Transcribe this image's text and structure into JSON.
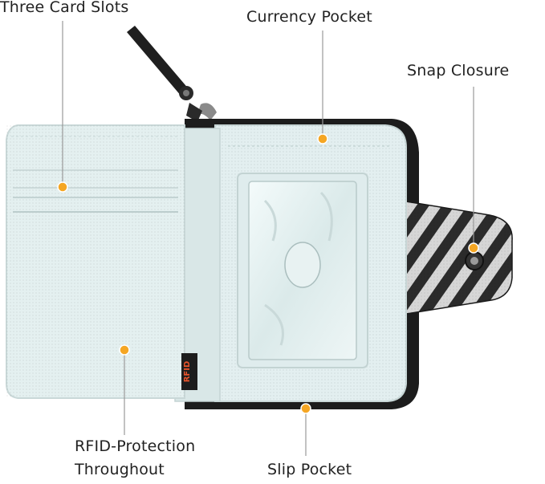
{
  "callouts": {
    "card_slots": "Three Card Slots",
    "currency_pocket": "Currency Pocket",
    "snap_closure": "Snap Closure",
    "rfid_line1": "RFID-Protection",
    "rfid_line2": "Throughout",
    "slip_pocket": "Slip Pocket"
  },
  "rfid_tag": "RFID",
  "colors": {
    "marker_dot": "#f5a623",
    "leader_line": "#9a9a9a",
    "fabric": "#e4f0f0",
    "fabric_edge": "#cddcdc",
    "zipper": "#1c1c1c",
    "strap_dark": "#2a2a2a",
    "strap_light": "#d2d2d2",
    "rfid_tag": "#1d1d1d",
    "rfid_text": "#e8542c"
  }
}
